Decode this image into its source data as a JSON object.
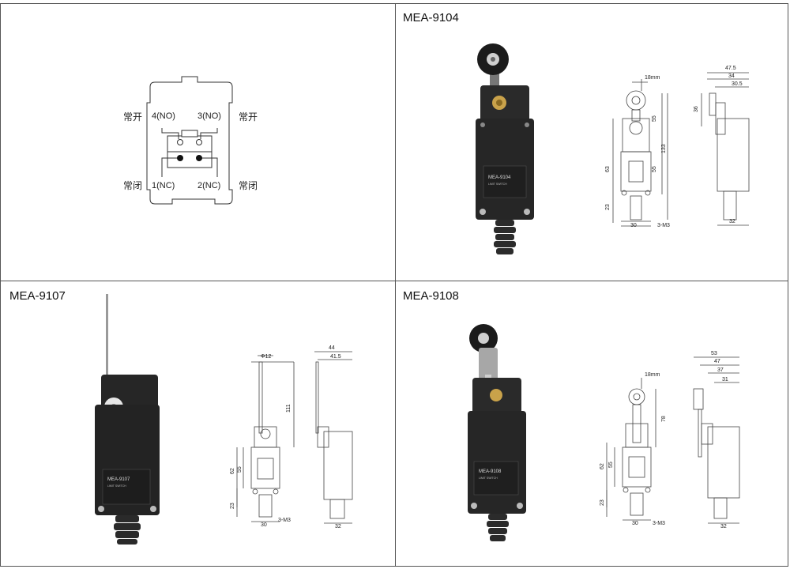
{
  "panels": {
    "wiring": {
      "labels": {
        "no_left": "常开",
        "no_right": "常开",
        "nc_left": "常闭",
        "nc_right": "常闭",
        "t4": "4(NO)",
        "t3": "3(NO)",
        "t1": "1(NC)",
        "t2": "2(NC)"
      }
    },
    "p9104": {
      "title": "MEA-9104",
      "plate_model": "MEA-9104",
      "plate_sub": "LIMIT SWITCH",
      "dims": {
        "d18": "18mm",
        "d55a": "55",
        "d133": "133",
        "d55b": "55",
        "d63": "63",
        "d23": "23",
        "d30": "30",
        "d3m3": "3-M3",
        "d475": "47.5",
        "d34": "34",
        "d305": "30.5",
        "d36": "36",
        "d32": "32"
      }
    },
    "p9107": {
      "title": "MEA-9107",
      "plate_model": "MEA-9107",
      "plate_sub": "LIMIT SWITCH",
      "dims": {
        "phi12": "Φ12",
        "d111": "111",
        "d62": "62",
        "d55": "55",
        "d23": "23",
        "d30": "30",
        "d3m3": "3-M3",
        "d44": "44",
        "d415": "41.5",
        "d32": "32"
      }
    },
    "p9108": {
      "title": "MEA-9108",
      "plate_model": "MEA-9108",
      "plate_sub": "LIMIT SWITCH",
      "dims": {
        "d18": "18mm",
        "d78": "78",
        "d62": "62",
        "d55": "55",
        "d23": "23",
        "d30": "30",
        "d3m3": "3-M3",
        "d53": "53",
        "d47": "47",
        "d37": "37",
        "d31": "31",
        "d32": "32"
      }
    }
  }
}
